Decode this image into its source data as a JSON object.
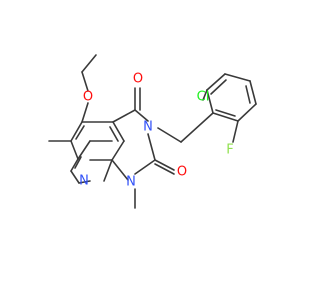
{
  "molecule": {
    "atoms": {
      "cl": {
        "label": "Cl"
      },
      "f": {
        "label": "F"
      },
      "o_ethoxy": {
        "label": "O"
      },
      "o_c4": {
        "label": "O"
      },
      "o_c2": {
        "label": "O"
      },
      "n3": {
        "label": "N"
      },
      "n1": {
        "label": "N"
      },
      "n8": {
        "label": "N"
      }
    }
  },
  "colors": {
    "bond": "#3a3a3a",
    "oxygen": "#ff0d0d",
    "nitrogen": "#3050f8",
    "chlorine": "#1ff01f",
    "fluorine": "#90e050",
    "background": "#ffffff"
  }
}
